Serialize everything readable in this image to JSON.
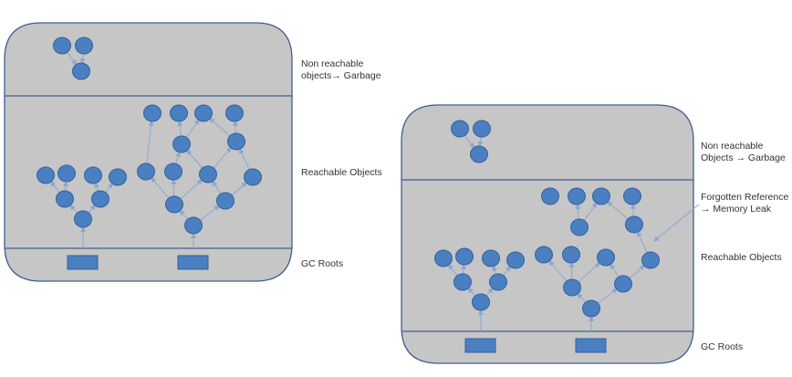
{
  "left_diagram": {
    "garbage_label_line1": "Non reachable",
    "garbage_label_line2": "objects→ Garbage",
    "reachable_label": "Reachable Objects",
    "roots_label": "GC Roots"
  },
  "right_diagram": {
    "garbage_label_line1": "Non reachable",
    "garbage_label_line2": "Objects → Garbage",
    "leak_label_line1": "Forgotten Reference",
    "leak_label_line2": "→ Memory Leak",
    "reachable_label": "Reachable Objects",
    "roots_label": "GC Roots"
  },
  "colors": {
    "heap_fill": "#c6c6c6",
    "border": "#3f5f8f",
    "node_fill": "#4a7fc1",
    "node_stroke": "#34629c",
    "edge": "#8ba7cf"
  }
}
